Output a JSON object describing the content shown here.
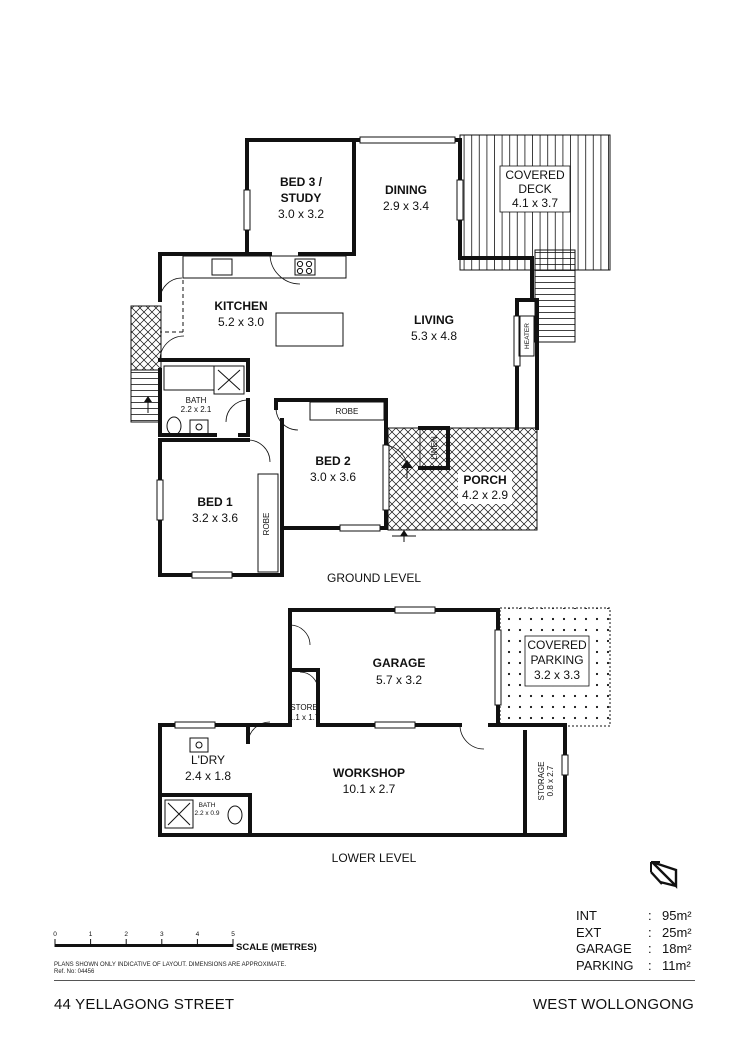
{
  "rooms": {
    "bed3": {
      "name_line1": "BED 3 /",
      "name_line2": "STUDY",
      "size": "3.0 x 3.2"
    },
    "dining": {
      "name": "DINING",
      "size": "2.9 x 3.4"
    },
    "covered_deck": {
      "name_line1": "COVERED",
      "name_line2": "DECK",
      "size": "4.1 x 3.7"
    },
    "kitchen": {
      "name": "KITCHEN",
      "size": "5.2 x 3.0"
    },
    "living": {
      "name": "LIVING",
      "size": "5.3 x 4.8"
    },
    "heater": {
      "name": "HEATER"
    },
    "bath_upper": {
      "name": "BATH",
      "size": "2.2 x 2.1"
    },
    "robe_bed2": {
      "name": "ROBE"
    },
    "linen": {
      "name": "LINEN"
    },
    "bed2": {
      "name": "BED 2",
      "size": "3.0 x 3.6"
    },
    "porch": {
      "name": "PORCH",
      "size": "4.2 x 2.9"
    },
    "bed1": {
      "name": "BED 1",
      "size": "3.2 x 3.6"
    },
    "robe_bed1": {
      "name": "ROBE"
    },
    "garage": {
      "name": "GARAGE",
      "size": "5.7 x 3.2"
    },
    "covered_parking": {
      "name_line1": "COVERED",
      "name_line2": "PARKING",
      "size": "3.2 x 3.3"
    },
    "store": {
      "name": "STORE",
      "size": "1.1 x 1.7"
    },
    "laundry": {
      "name": "L'DRY",
      "size": "2.4 x 1.8"
    },
    "workshop": {
      "name": "WORKSHOP",
      "size": "10.1 x 2.7"
    },
    "storage": {
      "name": "STORAGE",
      "size": "0.8 x 2.7"
    },
    "bath_lower": {
      "name": "BATH",
      "size": "2.2 x 0.9"
    }
  },
  "levels": {
    "ground": "GROUND LEVEL",
    "lower": "LOWER LEVEL"
  },
  "scale": {
    "ticks": [
      "0",
      "1",
      "2",
      "3",
      "4",
      "5"
    ],
    "label": "SCALE (METRES)"
  },
  "disclaimer": {
    "line1": "PLANS SHOWN ONLY INDICATIVE OF LAYOUT.  DIMENSIONS ARE APPROXIMATE.",
    "line2": "Ref. No: 04456"
  },
  "areas": [
    {
      "label": "INT",
      "value": "95m²"
    },
    {
      "label": "EXT",
      "value": "25m²"
    },
    {
      "label": "GARAGE",
      "value": "18m²"
    },
    {
      "label": "PARKING",
      "value": "11m²"
    }
  ],
  "address": {
    "street": "44 YELLAGONG STREET",
    "suburb": "WEST WOLLONGONG"
  },
  "icons": {
    "north": "north-arrow-icon",
    "entry": "entry-arrow-icon"
  }
}
